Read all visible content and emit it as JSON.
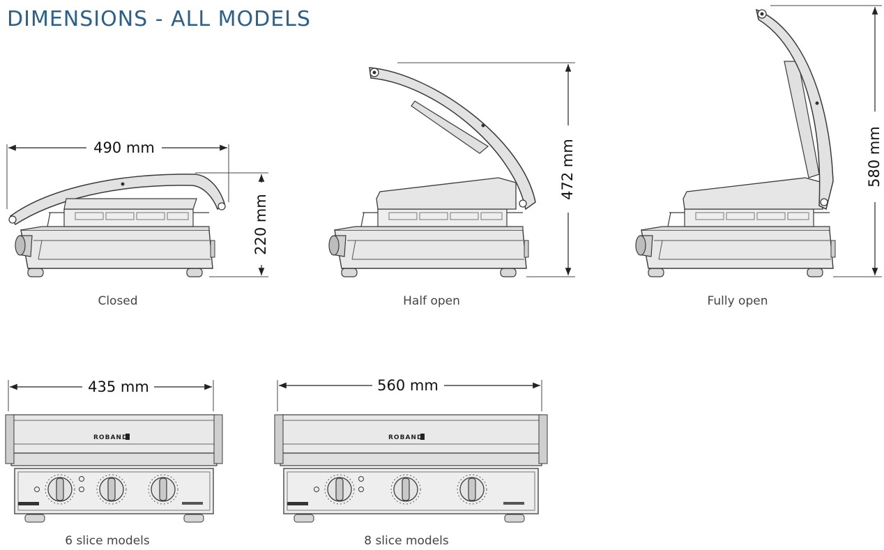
{
  "title": "DIMENSIONS - ALL MODELS",
  "colors": {
    "title": "#2b5f8c",
    "line": "#3a3a3a",
    "fill": "#e6e6e6",
    "caption": "#444444"
  },
  "views": {
    "closed": {
      "caption": "Closed",
      "width": "490 mm",
      "height": "220 mm"
    },
    "half_open": {
      "caption": "Half open",
      "height": "472 mm"
    },
    "fully_open": {
      "caption": "Fully open",
      "height": "580 mm"
    },
    "six_slice": {
      "caption": "6 slice models",
      "width": "435 mm",
      "brand": "ROBAND"
    },
    "eight_slice": {
      "caption": "8 slice models",
      "width": "560 mm",
      "brand": "ROBAND"
    }
  }
}
